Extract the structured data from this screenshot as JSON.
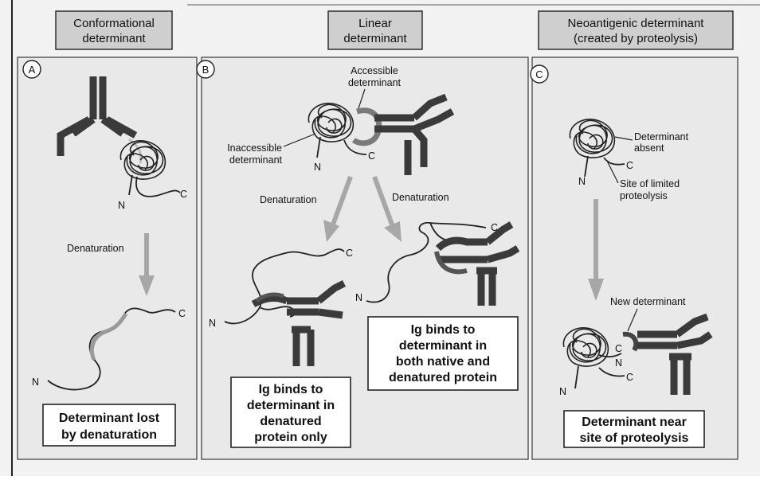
{
  "headers": {
    "conformational": [
      "Conformational",
      "determinant"
    ],
    "linear": [
      "Linear",
      "determinant"
    ],
    "neoantigenic": [
      "Neoantigenic determinant",
      "(created by proteolysis)"
    ]
  },
  "panel_a": {
    "letter": "A",
    "denaturation": "Denaturation",
    "n_label": "N",
    "c_label": "C",
    "note": [
      "Determinant lost",
      "by denaturation"
    ]
  },
  "panel_b": {
    "letter": "B",
    "accessible": [
      "Accessible",
      "determinant"
    ],
    "inaccessible": [
      "Inaccessible",
      "determinant"
    ],
    "denaturation_left": "Denaturation",
    "denaturation_right": "Denaturation",
    "n_label": "N",
    "c_label": "C",
    "note_left": [
      "Ig binds to",
      "determinant in",
      "denatured",
      "protein only"
    ],
    "note_right": [
      "Ig binds to",
      "determinant in",
      "both native and",
      "denatured protein"
    ]
  },
  "panel_c": {
    "letter": "C",
    "determinant_absent": [
      "Determinant",
      "absent"
    ],
    "site": [
      "Site of limited",
      "proteolysis"
    ],
    "new_determinant": "New determinant",
    "n_label": "N",
    "c_label": "C",
    "note": [
      "Determinant near",
      "site of proteolysis"
    ]
  }
}
